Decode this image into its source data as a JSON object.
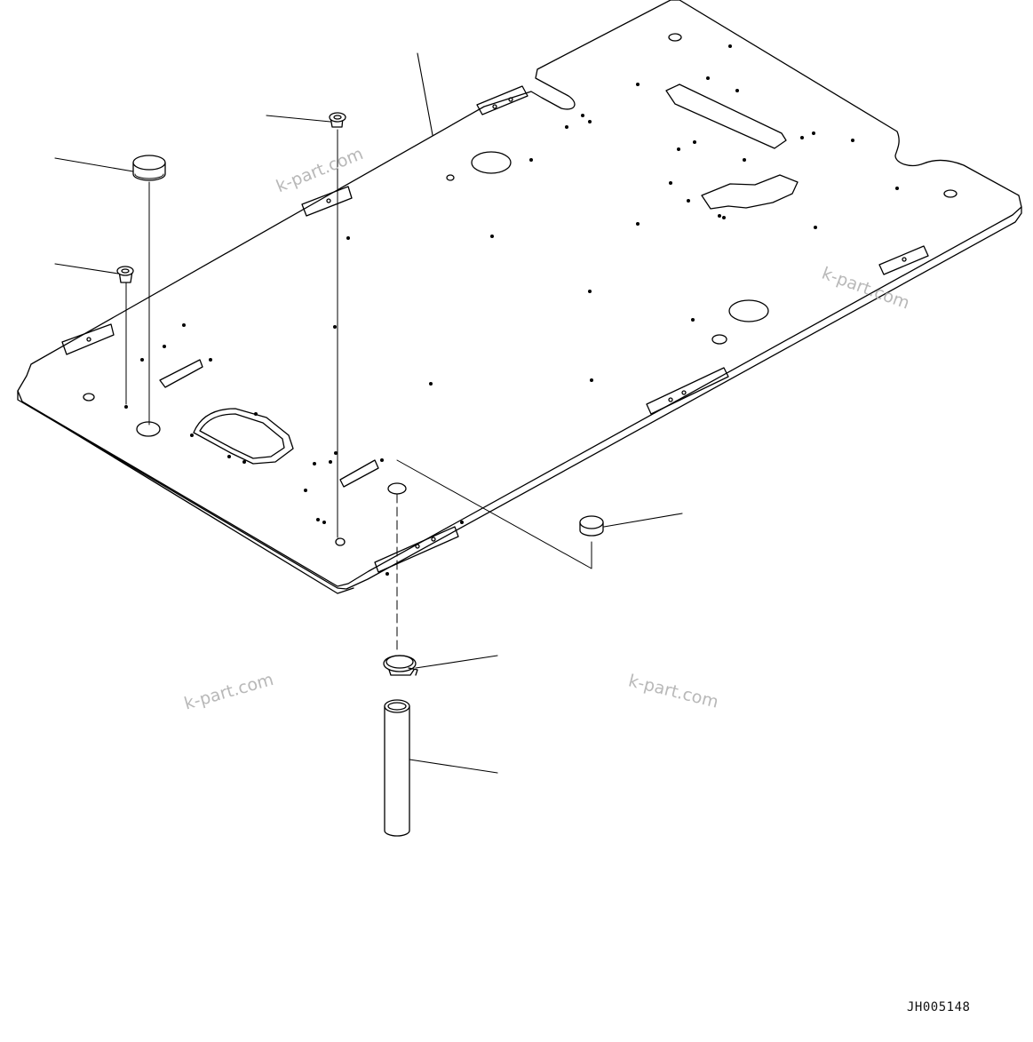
{
  "drawing": {
    "code": "JH005148"
  },
  "watermarks": [
    "k-part.com",
    "k-part.com",
    "k-part.com",
    "k-part.com"
  ],
  "parts": [
    {
      "name": "floor-plate"
    },
    {
      "name": "plug-large"
    },
    {
      "name": "grommet"
    },
    {
      "name": "grommet"
    },
    {
      "name": "plug-small"
    },
    {
      "name": "hose-clamp"
    },
    {
      "name": "drain-hose"
    }
  ]
}
